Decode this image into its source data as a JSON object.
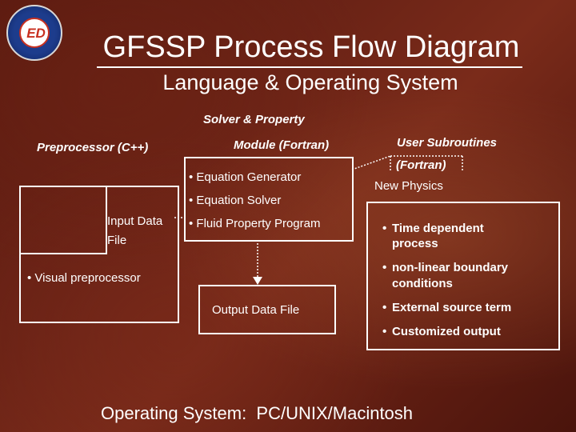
{
  "logo": {
    "letters": "ED"
  },
  "title": "GFSSP Process Flow Diagram",
  "subtitle": "Language & Operating System",
  "preprocessor": {
    "heading": "Preprocessor (C++)",
    "input_line1": "Input Data",
    "input_line2": "File",
    "bullet": "• Visual preprocessor"
  },
  "solver": {
    "heading_line1": "Solver & Property",
    "heading_line2": "Module (Fortran)",
    "bullets": [
      "• Equation Generator",
      "• Equation Solver",
      "• Fluid Property Program"
    ],
    "output": "Output Data File"
  },
  "user": {
    "heading_line1": "User Subroutines",
    "heading_line2": "(Fortran)",
    "sub": "New Physics",
    "bullet_marks": [
      "•",
      "•",
      "•",
      "•"
    ],
    "bullets": [
      [
        "Time dependent",
        "process"
      ],
      [
        "non-linear boundary",
        "conditions"
      ],
      [
        "External source term"
      ],
      [
        "Customized output"
      ]
    ]
  },
  "os": "Operating System:  PC/UNIX/Macintosh"
}
